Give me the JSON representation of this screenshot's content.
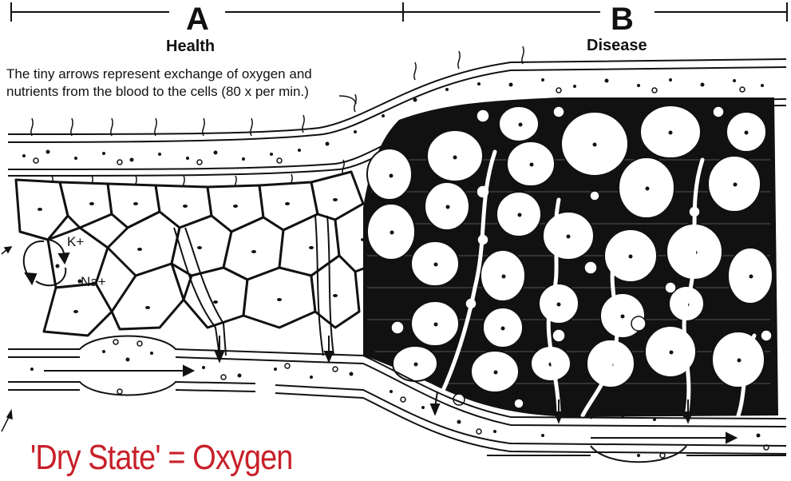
{
  "sections": {
    "a": {
      "letter": "A",
      "title": "Health"
    },
    "b": {
      "letter": "B",
      "title": "Disease"
    }
  },
  "note": {
    "line1": "The tiny arrows represent exchange of oxygen and",
    "line2": "nutrients from the blood to the cells (80 x per min.)"
  },
  "ions": {
    "potassium": "K+",
    "sodium": "Na+"
  },
  "caption": "'Dry State' = Oxygen",
  "colors": {
    "ink": "#111111",
    "caption": "#c8202a",
    "background": "#ffffff"
  }
}
